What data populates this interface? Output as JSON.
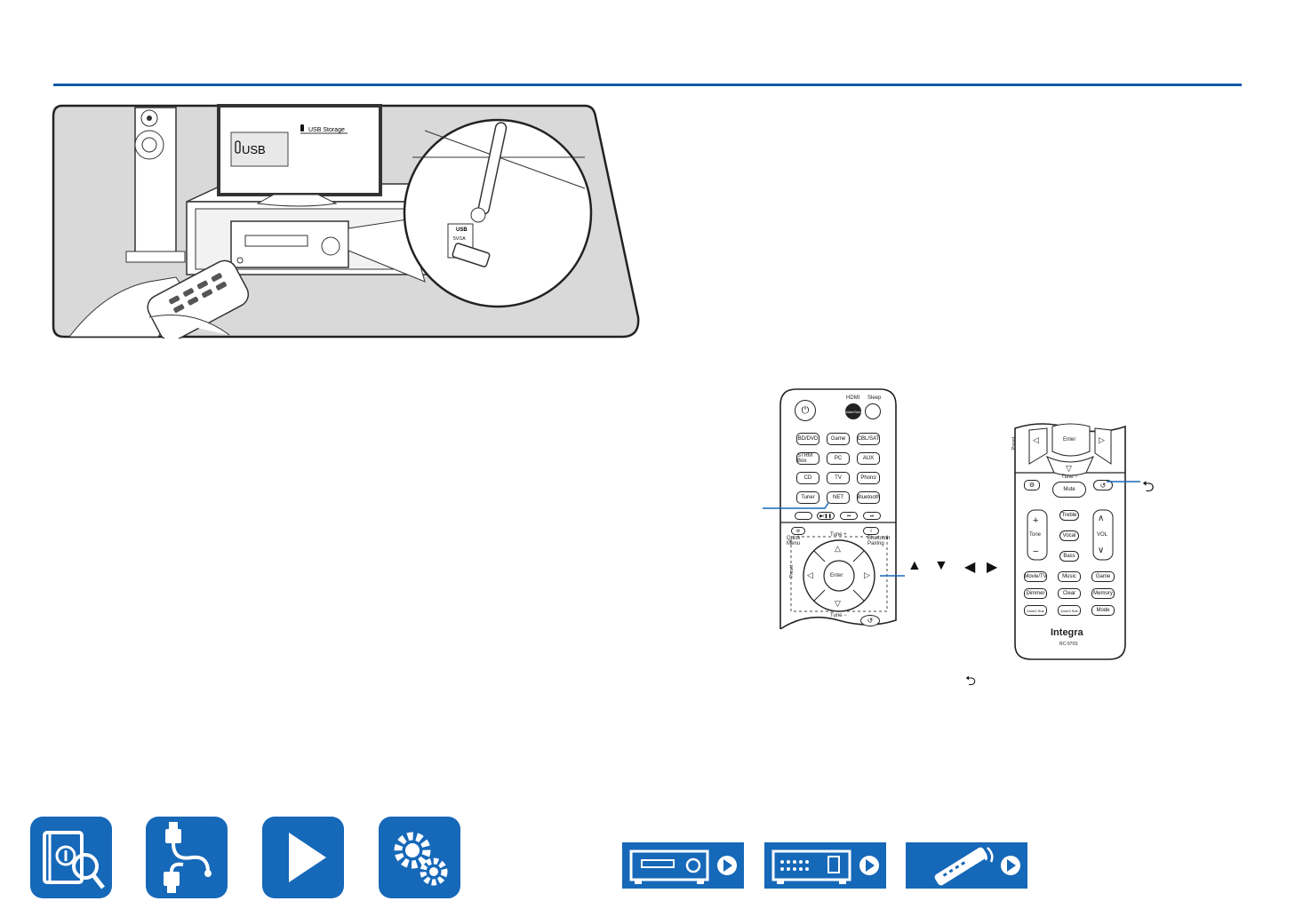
{
  "page": {
    "number": "",
    "accent_color": "#0b5aa6",
    "nav_color": "#1668b8"
  },
  "scene": {
    "tv_source_label": "USB",
    "tv_menu_label": "USB Storage",
    "usb_port_label": "USB",
    "usb_port_sublabel": "5V/1A"
  },
  "remote_a": {
    "hdmi_label": "HDMI",
    "sleep_label": "Sleep",
    "main_sub_label": "Main/Sub",
    "inputs": [
      "BD/DVD",
      "Game",
      "CBL/SAT",
      "STRM Box",
      "PC",
      "AUX",
      "CD",
      "TV",
      "Phono",
      "Tuner",
      "NET",
      "Bluetooth"
    ],
    "transport": [
      "",
      "▶/❚❚",
      "⏮",
      "⏭"
    ],
    "quick_menu_label": "Quick Menu",
    "bt_pairing_label": "Bluetooth Pairing",
    "tune_plus": "Tune +",
    "tune_minus": "Tune −",
    "preset_label": "Preset",
    "enter_label": "Enter"
  },
  "remote_b": {
    "enter_label": "Enter",
    "tune_minus": "Tune −",
    "preset_label": "Preset",
    "mute_label": "Mute",
    "tone_label": "Tone",
    "treble_label": "Treble",
    "vocal_label": "Vocal",
    "bass_label": "Bass",
    "vol_label": "VOL",
    "mode_buttons": [
      "Movie/TV",
      "Music",
      "Game",
      "Dimmer",
      "Clear",
      "Memory",
      "Zone2 Sub",
      "Zone3 Sub",
      "Mode"
    ],
    "brand": "Integra",
    "model": "RC-970S"
  },
  "annotations": {
    "arrow_symbols": [
      "▲",
      "▼",
      "◀",
      "▶"
    ],
    "return_symbol": "⮌",
    "caption_return_symbol": "⮌"
  },
  "nav": {
    "icons": [
      "manual-book-icon",
      "cable-connection-icon",
      "play-icon",
      "settings-gears-icon"
    ],
    "devices": [
      "front-panel-icon",
      "rear-panel-icon",
      "remote-control-icon"
    ]
  }
}
